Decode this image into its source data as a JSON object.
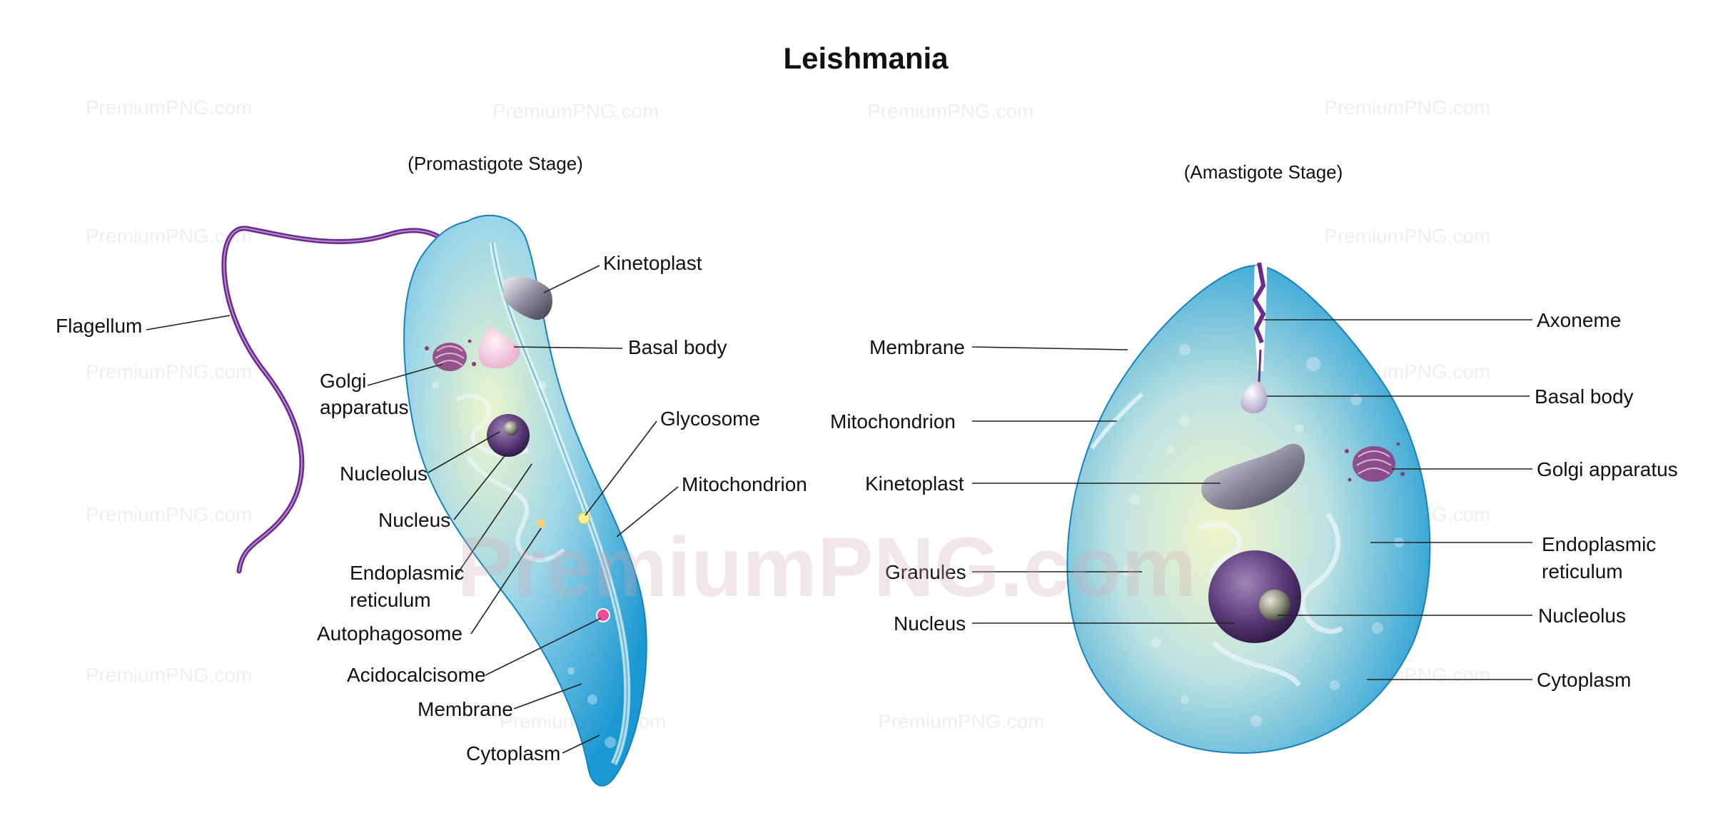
{
  "title": "Leishmania",
  "watermark": "PremiumPNG.com",
  "promastigote": {
    "stage_label": "(Promastigote Stage)",
    "labels": {
      "flagellum": "Flagellum",
      "kinetoplast": "Kinetoplast",
      "basal_body": "Basal body",
      "golgi": [
        "Golgi",
        "apparatus"
      ],
      "glycosome": "Glycosome",
      "nucleolus": "Nucleolus",
      "mitochondrion": "Mitochondrion",
      "nucleus": "Nucleus",
      "er": [
        "Endoplasmic",
        "reticulum"
      ],
      "autophagosome": "Autophagosome",
      "acidocalcisome": "Acidocalcisome",
      "membrane": "Membrane",
      "cytoplasm": "Cytoplasm"
    }
  },
  "amastigote": {
    "stage_label": "(Amastigote Stage)",
    "labels": {
      "axoneme": "Axoneme",
      "membrane": "Membrane",
      "basal_body": "Basal body",
      "mitochondrion": "Mitochondrion",
      "golgi": "Golgi apparatus",
      "kinetoplast": "Kinetoplast",
      "er": [
        "Endoplasmic",
        "reticulum"
      ],
      "granules": "Granules",
      "nucleolus": "Nucleolus",
      "nucleus": "Nucleus",
      "cytoplasm": "Cytoplasm"
    }
  },
  "colors": {
    "cell_blue": "#2aa6d8",
    "cell_light": "#e9f3c6",
    "flagellum": "#6b2a8c",
    "organelle_purple": "#5a3a78",
    "golgi": "#8c3a7c",
    "basal_pink": "#f3c6dc"
  }
}
